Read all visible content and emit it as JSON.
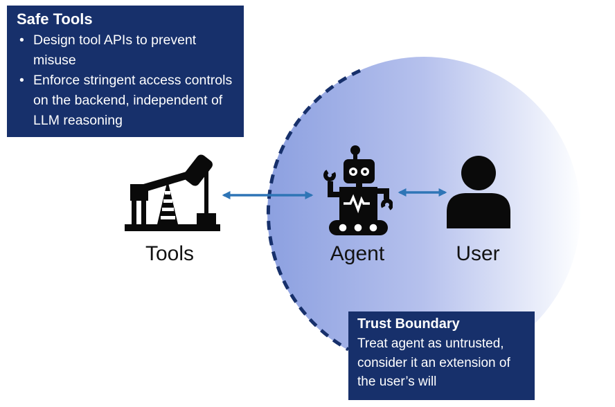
{
  "colors": {
    "navy": "#17306B",
    "arrow_blue": "#2E75B6",
    "circle_left": "#8CA0E0",
    "circle_mid": "#B6C1ED",
    "circle_right": "#FDFEFF",
    "icon_black": "#0A0A0A"
  },
  "ui": {
    "bullet_glyph": "•"
  },
  "safe_tools_box": {
    "title": "Safe Tools",
    "bullets": [
      "Design tool APIs to prevent misuse",
      "Enforce stringent access controls on the backend, independent of LLM reasoning"
    ]
  },
  "trust_boundary_box": {
    "title": "Trust Boundary",
    "body": "Treat agent as untrusted, consider it an extension of the user’s will"
  },
  "nodes": {
    "tools": {
      "label": "Tools"
    },
    "agent": {
      "label": "Agent"
    },
    "user": {
      "label": "User"
    }
  }
}
